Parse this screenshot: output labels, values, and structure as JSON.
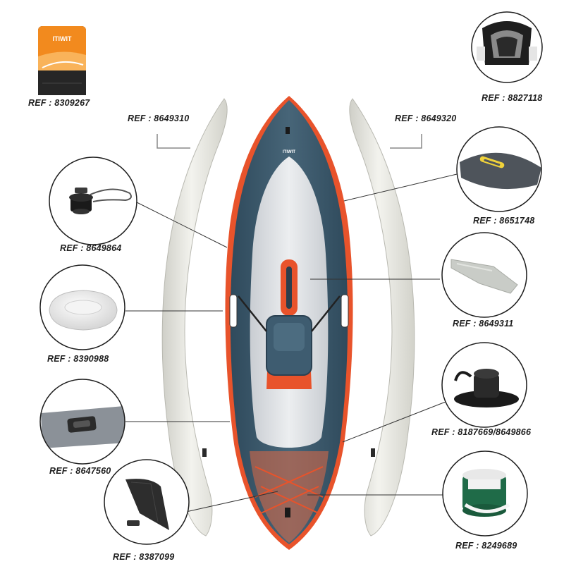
{
  "refs": {
    "backpack": "REF : 8309267",
    "left_tube": "REF : 8649310",
    "right_tube": "REF : 8649320",
    "seat_back": "REF : 8827118",
    "pump_valve": "REF : 8649864",
    "cover": "REF : 8651748",
    "cushion": "REF : 8390988",
    "floor_insert": "REF : 8649311",
    "patch": "REF : 8647560",
    "valve": "REF : 8187669/8649866",
    "fin": "REF : 8387099",
    "cord": "REF : 8249689"
  },
  "brand": {
    "bag_logo": "ITIWIT",
    "hull_logo": "ITIWIT"
  },
  "colors": {
    "hull": "#3f5d71",
    "accent": "#e8532b",
    "tube": "#e9e9e3",
    "bag": "#f28a1e",
    "line": "#333333"
  }
}
